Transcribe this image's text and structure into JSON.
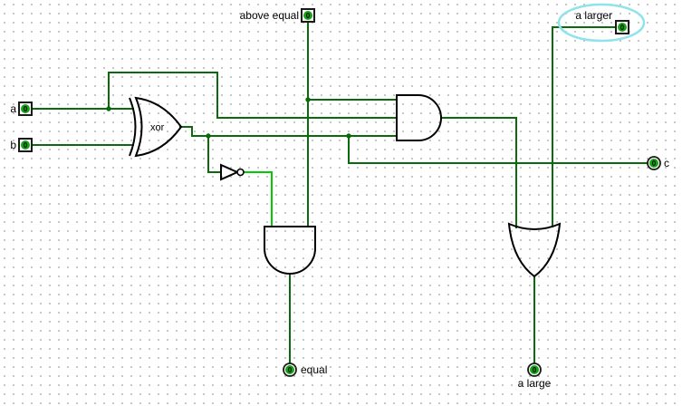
{
  "app": {
    "name": "logic-circuit-editor"
  },
  "colors": {
    "wire_low": "#0a6b0a",
    "wire_high": "#00cc00",
    "pin_fill": "#17a317",
    "pin_border": "#1a1a1a",
    "gate_stroke": "#000000",
    "halo": "#8fe3ea",
    "grid_dot": "#b4b4b4",
    "label_text": "#000000"
  },
  "gates": {
    "xor_label": "xor"
  },
  "pins": {
    "a": {
      "label": "a",
      "value": "0",
      "kind": "input"
    },
    "b": {
      "label": "b",
      "value": "0",
      "kind": "input"
    },
    "above_equal": {
      "label": "above equal",
      "value": "0",
      "kind": "input"
    },
    "a_larger": {
      "label": "a larger",
      "value": "0",
      "kind": "input"
    },
    "c": {
      "label": "c",
      "value": "0",
      "kind": "output"
    },
    "equal": {
      "label": "equal",
      "value": "0",
      "kind": "output"
    },
    "a_large": {
      "label": "a large",
      "value": "0",
      "kind": "output"
    }
  }
}
